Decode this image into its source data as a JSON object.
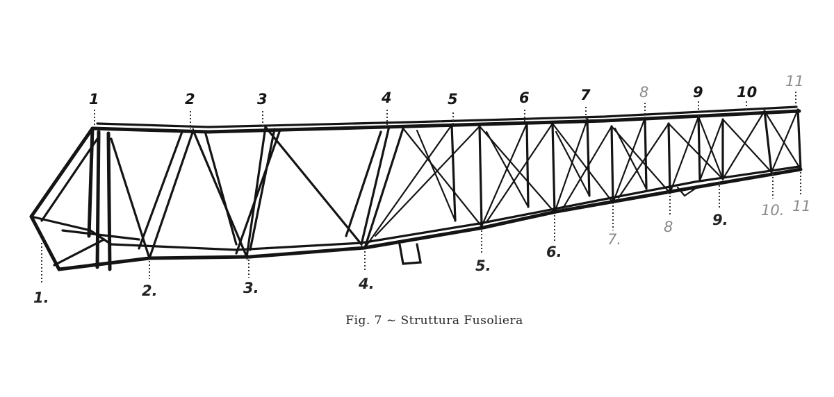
{
  "figure": {
    "caption": "Fig. 7 ~ Struttura Fusoliera",
    "top_labels": [
      "1",
      "2",
      "3",
      "4",
      "5",
      "6",
      "7",
      "8",
      "9",
      "10",
      "11"
    ],
    "bottom_labels": [
      "1.",
      "2.",
      "3.",
      "4.",
      "5.",
      "6.",
      "7.",
      "8",
      "9.",
      "10.",
      "11"
    ]
  }
}
